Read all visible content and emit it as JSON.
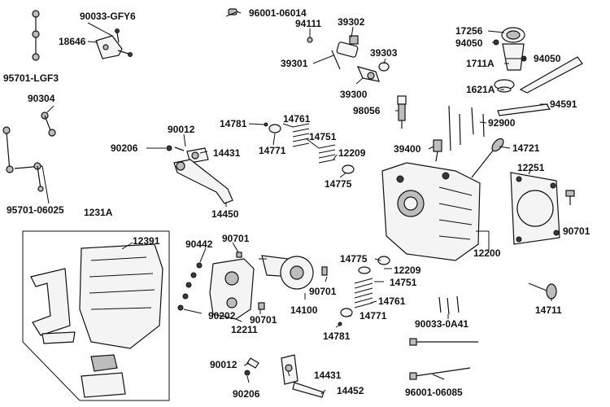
{
  "labels": {
    "p1": "90033-GFY6",
    "p2": "18646",
    "p3": "95701-LGF3",
    "p4": "90304",
    "p5": "95701-06025",
    "p6": "1231A",
    "p7": "96001-06014",
    "p8": "94111",
    "p9": "39302",
    "p10": "39301",
    "p11": "39303",
    "p12": "39300",
    "p13": "98056",
    "p14": "17256",
    "p15": "94050",
    "p16": "1711A",
    "p17": "94050",
    "p18": "1621A",
    "p19": "94591",
    "p20": "92900",
    "p21": "90012",
    "p22": "14781",
    "p23": "14761",
    "p24": "14751",
    "p25": "90206",
    "p26": "14431",
    "p27": "14771",
    "p28": "12209",
    "p29": "14775",
    "p30": "39400",
    "p31": "14721",
    "p32": "12251",
    "p33": "14450",
    "p34": "12391",
    "p35": "90442",
    "p36": "90701",
    "p37": "90701",
    "p38": "12200",
    "p39": "14775",
    "p40": "12209",
    "p41": "14751",
    "p42": "90701",
    "p43": "14761",
    "p44": "14100",
    "p45": "90202",
    "p46": "90701",
    "p47": "14771",
    "p48": "12211",
    "p49": "14781",
    "p50": "90033-0A41",
    "p51": "14711",
    "p52": "90012",
    "p53": "14431",
    "p54": "14452",
    "p55": "90206",
    "p56": "96001-06085"
  }
}
